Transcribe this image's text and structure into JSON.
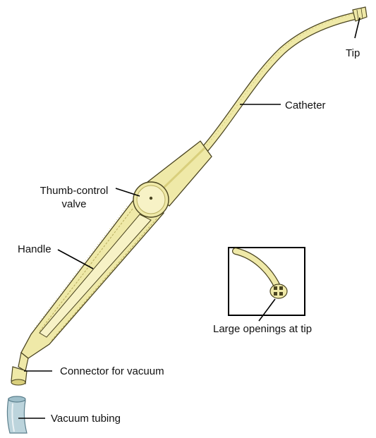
{
  "labels": {
    "tip": "Tip",
    "catheter": "Catheter",
    "thumb_control_valve": [
      "Thumb-control",
      "valve"
    ],
    "handle": "Handle",
    "large_openings": "Large openings at tip",
    "connector": "Connector for vacuum",
    "vacuum_tubing": "Vacuum tubing"
  },
  "colors": {
    "device_fill": "#efe9a8",
    "device_shade": "#d9cf7c",
    "outline": "#4a4420",
    "tubing_fill": "#bcd4dc",
    "leader_line": "#000000"
  }
}
